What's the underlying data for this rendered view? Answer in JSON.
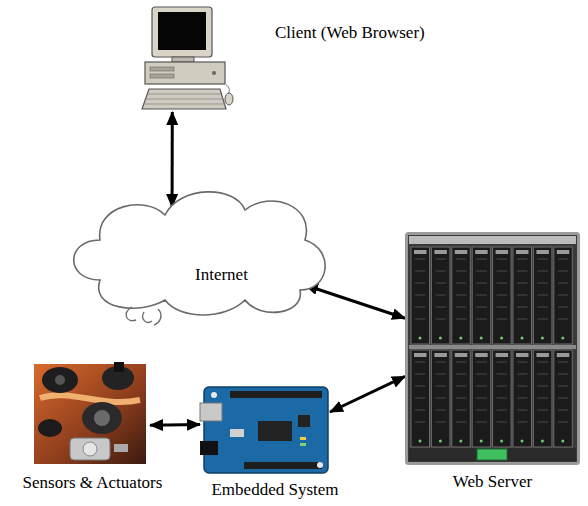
{
  "diagram": {
    "nodes": [
      {
        "text": [
          "Client (Web Browser)"
        ]
      },
      {
        "text": [
          "Internet"
        ]
      },
      {
        "text": [
          "Web Server"
        ]
      },
      {
        "text": [
          "Embedded System"
        ]
      },
      {
        "text": [
          "Sensors & Actuators"
        ]
      }
    ],
    "edges": [
      {
        "from": 0,
        "to": 1,
        "arrow": "both"
      },
      {
        "from": 1,
        "to": 2,
        "arrow": "both"
      },
      {
        "from": 3,
        "to": 2,
        "arrow": "both"
      },
      {
        "from": 4,
        "to": 3,
        "arrow": "both"
      }
    ]
  }
}
